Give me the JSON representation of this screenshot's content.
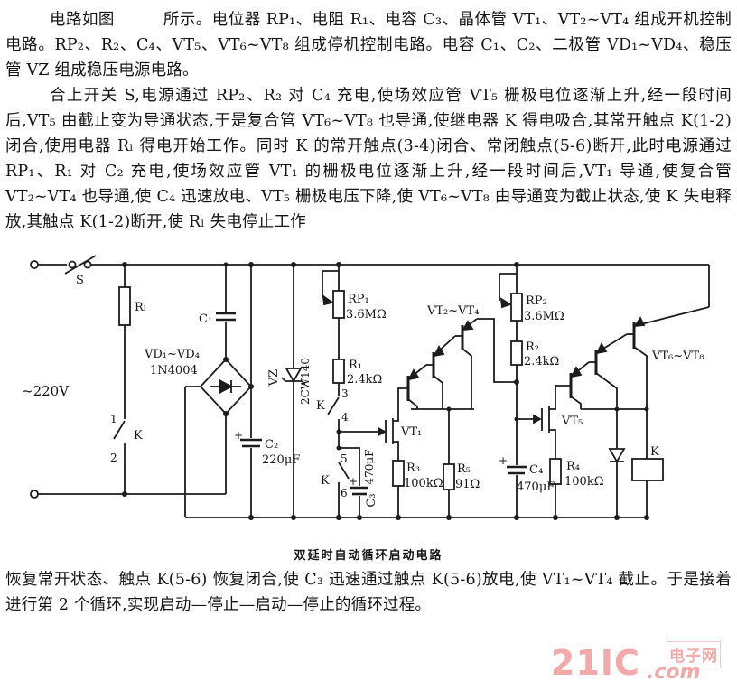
{
  "document": {
    "paragraph1": "电路如图　　　所示。电位器 RP₁、电阻 R₁、电容 C₃、晶体管 VT₁、VT₂~VT₄ 组成开机控制电路。RP₂、R₂、C₄、VT₅、VT₆~VT₈ 组成停机控制电路。电容 C₁、C₂、二极管 VD₁~VD₄、稳压管 VZ 组成稳压电源电路。",
    "paragraph2": "合上开关 S,电源通过 RP₂、R₂ 对 C₄ 充电,使场效应管 VT₅ 栅极电位逐渐上升,经一段时间后,VT₅ 由截止变为导通状态,于是复合管 VT₆~VT₈ 也导通,使继电器 K 得电吸合,其常开触点 K(1-2)闭合,使用电器 Rₗ 得电开始工作。同时 K 的常开触点(3-4)闭合、常闭触点(5-6)断开,此时电源通过 RP₁、R₁ 对 C₂ 充电,使场效应管 VT₁ 的栅极电位逐渐上升,经一段时间后,VT₁ 导通,使复合管 VT₂~VT₄ 也导通,使 C₄ 迅速放电、VT₅ 栅极电压下降,使 VT₆~VT₈ 由导通变为截止状态,使 K 失电释放,其触点 K(1-2)断开,使 Rₗ 失电停止工作",
    "caption": "双延时自动循环启动电路",
    "paragraph3": "恢复常开状态、触点 K(5-6) 恢复闭合,使 C₃ 迅速通过触点 K(5-6)放电,使 VT₁~VT₄ 截止。于是接着进行第 2 个循环,实现启动—停止—启动—停止的循环过程。"
  },
  "schematic": {
    "labels": {
      "mains": "~220V",
      "switch": "S",
      "rl": "Rₗ",
      "k12_1": "1",
      "k12_k": "K",
      "k12_2": "2",
      "c1": "C₁",
      "bridge": "VD₁~VD₄",
      "bridge_part": "1N4004",
      "vz": "VZ",
      "vz_part": "2CW140",
      "c2": "C₂",
      "c2_val": "220μF",
      "c2_plus": "+",
      "rp1": "RP₁",
      "rp1_val": "3.6MΩ",
      "r1": "R₁",
      "r1_val": "2.4kΩ",
      "k34_3": "3",
      "k34_k": "K",
      "k34_4": "4",
      "k56_5": "5",
      "k56_k": "K",
      "k56_6": "6",
      "c3": "C₃",
      "c3_val": "470μF",
      "c3_plus": "+",
      "vt1": "VT₁",
      "vt24": "VT₂~VT₄",
      "r3": "R₃",
      "r3_val": "100kΩ",
      "r5": "R₅",
      "r5_val": "91Ω",
      "rp2": "RP₂",
      "rp2_val": "3.6MΩ",
      "r2": "R₂",
      "r2_val": "2.4kΩ",
      "c4": "C₄",
      "c4_val": "470μF",
      "c4_plus": "+",
      "vt5": "VT₅",
      "vt68": "VT₆~VT₈",
      "r4": "R₄",
      "r4_val": "100kΩ",
      "relay": "K"
    }
  },
  "watermark": {
    "brand": "21IC",
    "site": "电子网",
    "com": ".com",
    "color": "#f2a9a9"
  }
}
